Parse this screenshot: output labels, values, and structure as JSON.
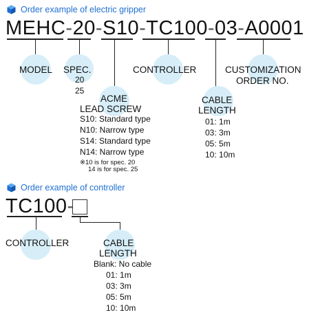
{
  "section1": {
    "title": "Order example of electric gripper",
    "code": {
      "part1": "MEHC",
      "dash1": "-",
      "part2": "20",
      "dash2": "-",
      "part3": "S10",
      "dash3": "-",
      "part4": "TC100",
      "dash4": "-",
      "part5": "03",
      "dash5": "-",
      "part6": "A0001"
    },
    "model_label": "MODEL",
    "spec_label": "SPEC.",
    "spec_options": [
      "20",
      "25"
    ],
    "controller_label": "CONTROLLER",
    "custom_label_line1": "CUSTOMIZATION",
    "custom_label_line2": "ORDER NO.",
    "screw_label_line1": "ACME",
    "screw_label_line2": "LEAD SCREW",
    "screw_options": [
      "S10: Standard type",
      "N10: Narrow type",
      "S14: Standard type",
      "N14: Narrow type"
    ],
    "screw_note_line1": "※10 is for spec. 20",
    "screw_note_line2": "14 is for spec. 25",
    "cable_label_line1": "CABLE",
    "cable_label_line2": "LENGTH",
    "cable_options": [
      "01: 1m",
      "03: 3m",
      "05: 5m",
      "10: 10m"
    ]
  },
  "section2": {
    "title": "Order example of controller",
    "code": {
      "part1": "TC100",
      "dash1": "-"
    },
    "controller_label": "CONTROLLER",
    "cable_label_line1": "CABLE",
    "cable_label_line2": "LENGTH",
    "cable_options": [
      "Blank: No cable",
      "01: 1m",
      "03: 3m",
      "05: 5m",
      "10: 10m"
    ]
  },
  "colors": {
    "accent": "#1f6fd1",
    "circle": "#d7eef8",
    "text": "#111111"
  },
  "icons": {
    "bullet": "blue-cube-icon"
  }
}
